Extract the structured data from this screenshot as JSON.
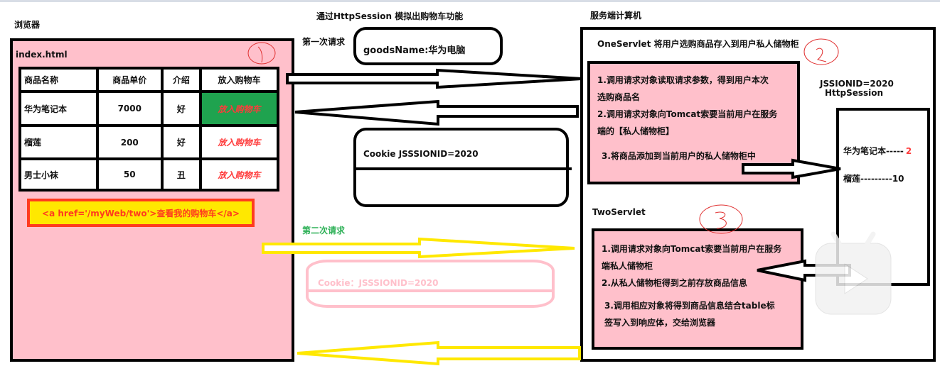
{
  "title": "通过HttpSession 模拟出购物车功能",
  "browser": {
    "label": "浏览器",
    "page_name": "index.html",
    "circle_marker": "1",
    "table": {
      "headers": [
        "商品名称",
        "商品单价",
        "介绍",
        "放入购物车"
      ],
      "rows": [
        {
          "name": "华为笔记本",
          "price": "7000",
          "desc": "好",
          "action": "放入购物车"
        },
        {
          "name": "榴莲",
          "price": "200",
          "desc": "好",
          "action": "放入购物车"
        },
        {
          "name": "男士小袜",
          "price": "50",
          "desc": "丑",
          "action": "放入购物车"
        }
      ]
    },
    "link_text": "<a href='/myWeb/two'>查看我的购物车</a>"
  },
  "first_request": {
    "label": "第一次请求",
    "param": "goodsName:华为电脑",
    "cookie": "Cookie   JSSSIONID=2020"
  },
  "second_request": {
    "label": "第二次请求",
    "cookie": "Cookie：JSSSIONID=2020"
  },
  "server": {
    "label": "服务端计算机",
    "one_servlet": {
      "title": "OneServlet 将用户选购商品存入到用户私人储物柜",
      "circle_marker": "2",
      "steps": [
        "1.调用请求对象读取请求参数，得到用户本次",
        "选购商品名",
        "2.调用请求对象向Tomcat索要当前用户在服务",
        "端的【私人储物柜】",
        "3.将商品添加到当前用户的私人储物柜中"
      ]
    },
    "session": {
      "id_label": "JSSIONID=2020",
      "type_label": "HttpSession",
      "items": [
        {
          "text": "华为笔记本-----",
          "count": "2"
        },
        {
          "text": "榴莲---------",
          "count": "10"
        }
      ]
    },
    "two_servlet": {
      "title": "TwoServlet",
      "circle_marker": "3",
      "steps": [
        "1.调用请求对象向Tomcat索要当前用户在服务",
        "端私人储物柜",
        "2.从私人储物柜得到之前存放商品信息",
        "3.调用相应对象将得到商品信息结合table标",
        "签写入到响应体，交给浏览器"
      ]
    }
  },
  "colors": {
    "pink": "#ffc0cb",
    "yellow": "#ffe800",
    "red": "#ff3b1f",
    "green": "#1fa34f"
  }
}
